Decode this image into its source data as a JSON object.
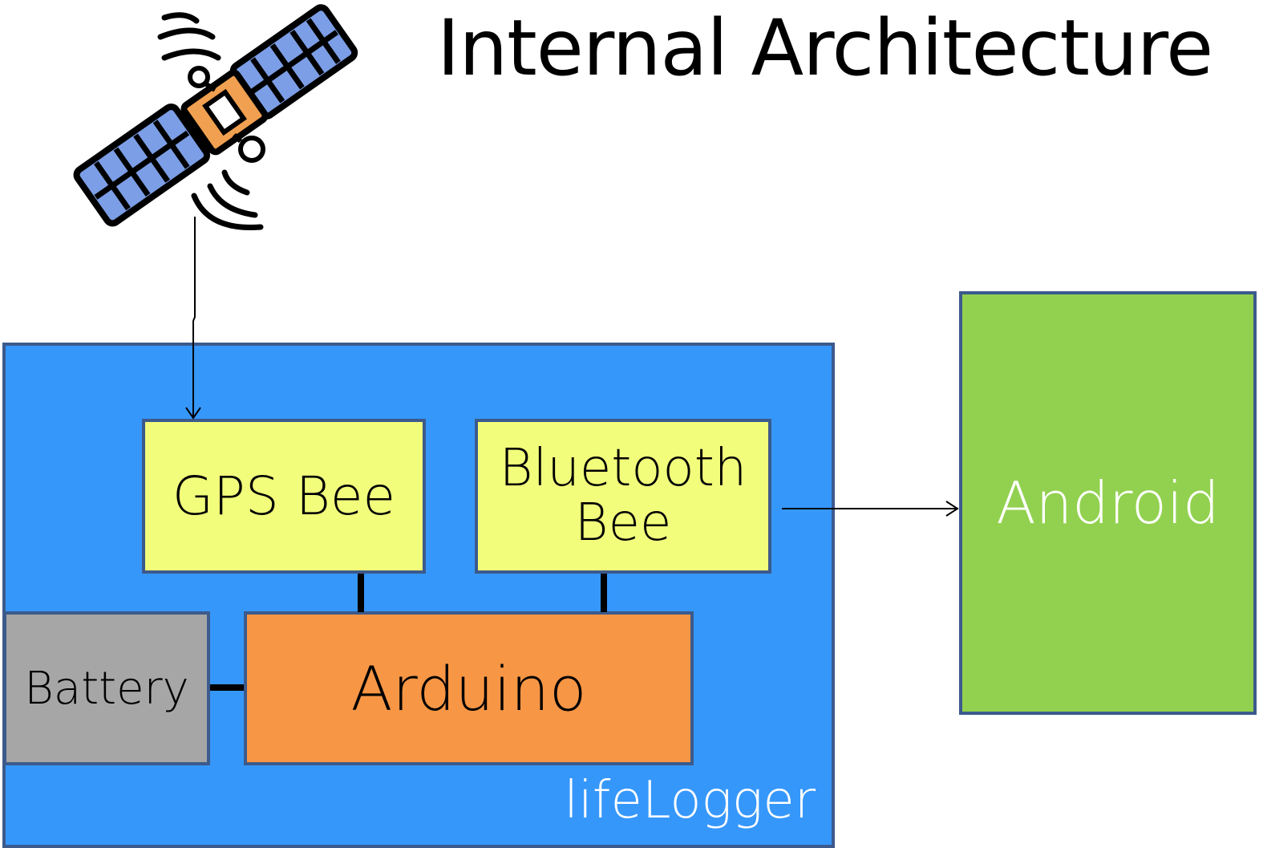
{
  "diagram": {
    "title": "Internal Architecture",
    "container_label": "lifeLogger",
    "modules": {
      "gps": "GPS Bee",
      "bluetooth_line1": "Bluetooth",
      "bluetooth_line2": "Bee",
      "battery": "Battery",
      "arduino": "Arduino"
    },
    "external": {
      "android": "Android"
    },
    "icons": {
      "satellite": "satellite-icon"
    },
    "colors": {
      "container": "#3697fb",
      "bee": "#f2fd7c",
      "battery": "#a6a6a6",
      "arduino": "#f79645",
      "android": "#92d14f"
    }
  }
}
